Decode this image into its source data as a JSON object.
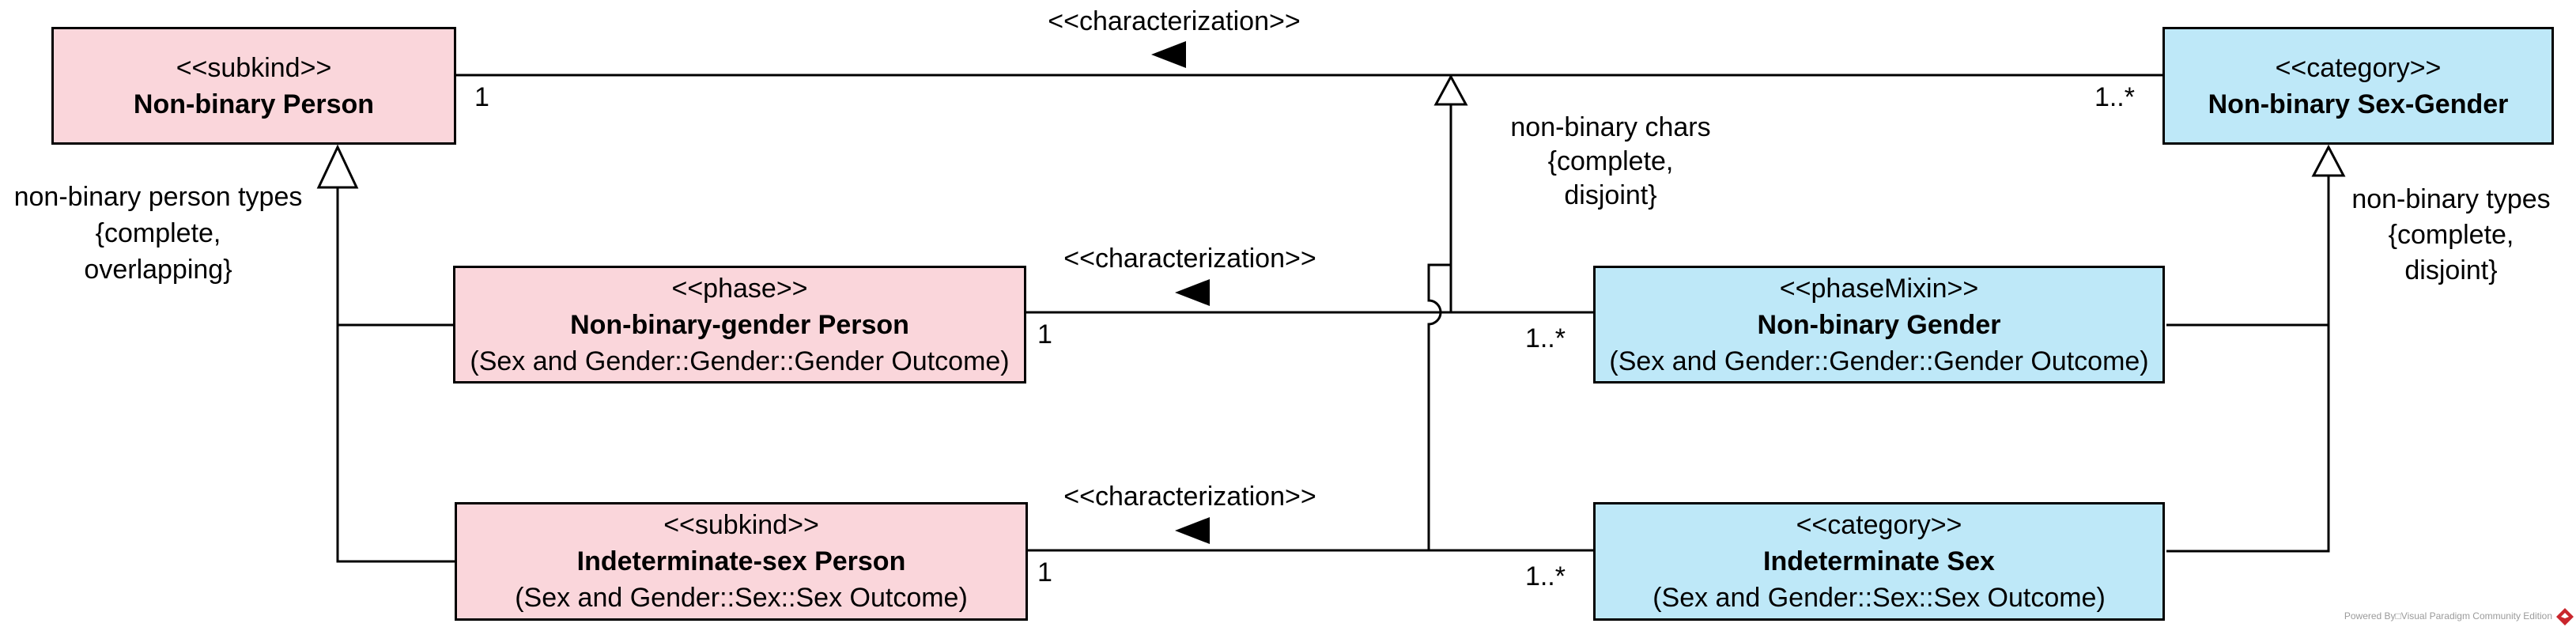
{
  "classes": {
    "top_left": {
      "stereotype": "<<subkind>>",
      "name": "Non-binary Person"
    },
    "top_right": {
      "stereotype": "<<category>>",
      "name": "Non-binary Sex-Gender"
    },
    "mid_left": {
      "stereotype": "<<phase>>",
      "name": "Non-binary-gender Person",
      "package": "(Sex and Gender::Gender::Gender Outcome)"
    },
    "mid_right": {
      "stereotype": "<<phaseMixin>>",
      "name": "Non-binary Gender",
      "package": "(Sex and Gender::Gender::Gender Outcome)"
    },
    "bot_left": {
      "stereotype": "<<subkind>>",
      "name": "Indeterminate-sex Person",
      "package": "(Sex and Gender::Sex::Sex Outcome)"
    },
    "bot_right": {
      "stereotype": "<<category>>",
      "name": "Indeterminate Sex",
      "package": "(Sex and Gender::Sex::Sex Outcome)"
    }
  },
  "associations": {
    "top": {
      "stereotype": "<<characterization>>",
      "mult_source": "1",
      "mult_target": "1..*"
    },
    "middle": {
      "stereotype": "<<characterization>>",
      "mult_source": "1",
      "mult_target": "1..*"
    },
    "bottom": {
      "stereotype": "<<characterization>>",
      "mult_source": "1",
      "mult_target": "1..*"
    }
  },
  "generalization_sets": {
    "left": {
      "line1": "non-binary person types",
      "line2": "{complete,",
      "line3": "overlapping}"
    },
    "middle": {
      "line1": "non-binary chars",
      "line2": "{complete,",
      "line3": "disjoint}"
    },
    "right": {
      "line1": "non-binary types",
      "line2": "{complete,",
      "line3": "disjoint}"
    }
  },
  "colors": {
    "person": "#fad6db",
    "sexgender": "#bee8f8",
    "line": "#000000",
    "vp_logo": "#c9252c"
  },
  "watermark": {
    "text": "Powered By□Visual Paradigm Community Edition"
  }
}
